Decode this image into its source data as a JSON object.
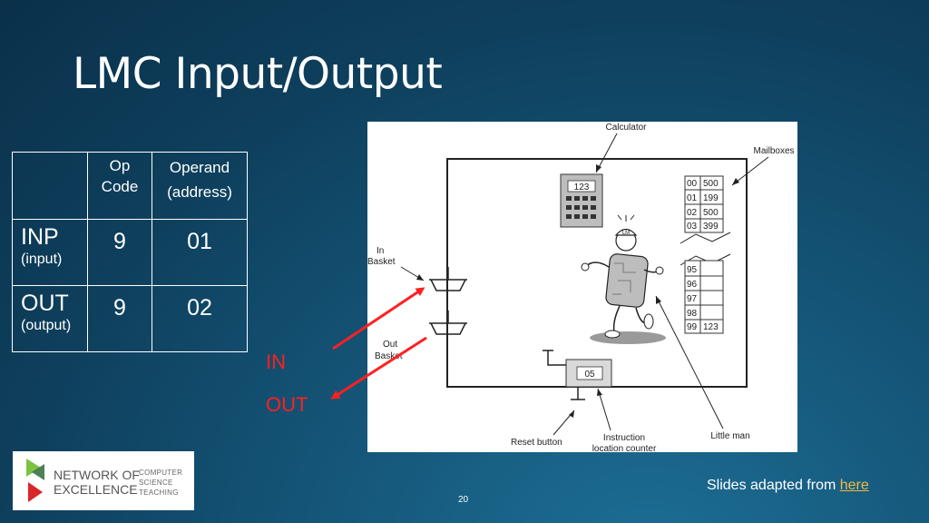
{
  "slide": {
    "title": "LMC Input/Output",
    "page_number": "20"
  },
  "table": {
    "headers": [
      "",
      "Op Code",
      "Operand (address)"
    ],
    "rows": [
      {
        "mnemonic": "INP",
        "desc": "(input)",
        "opcode": "9",
        "operand": "01"
      },
      {
        "mnemonic": "OUT",
        "desc": "(output)",
        "opcode": "9",
        "operand": "02"
      }
    ]
  },
  "diagram": {
    "calculator_label": "Calculator",
    "calculator_display": "123",
    "mailboxes_label": "Mailboxes",
    "mailboxes_top": [
      [
        "00",
        "500"
      ],
      [
        "01",
        "199"
      ],
      [
        "02",
        "500"
      ],
      [
        "03",
        "399"
      ]
    ],
    "mailboxes_bottom": [
      [
        "95",
        ""
      ],
      [
        "96",
        ""
      ],
      [
        "97",
        ""
      ],
      [
        "98",
        ""
      ],
      [
        "99",
        "123"
      ]
    ],
    "in_basket_label": [
      "In",
      "Basket"
    ],
    "out_basket_label": [
      "Out",
      "Basket"
    ],
    "counter_value": "05",
    "reset_button_label": "Reset button",
    "counter_label": [
      "Instruction",
      "location counter"
    ],
    "little_man_label": "Little man",
    "lm_cap_text": "LM"
  },
  "arrows": {
    "in_label": "IN",
    "out_label": "OUT",
    "color": "#ff2020"
  },
  "logo": {
    "main": [
      "NETWORK OF",
      "EXCELLENCE"
    ],
    "sub": [
      "COMPUTER",
      "SCIENCE",
      "TEACHING"
    ]
  },
  "credit": {
    "text": "Slides adapted from ",
    "link": "here"
  }
}
